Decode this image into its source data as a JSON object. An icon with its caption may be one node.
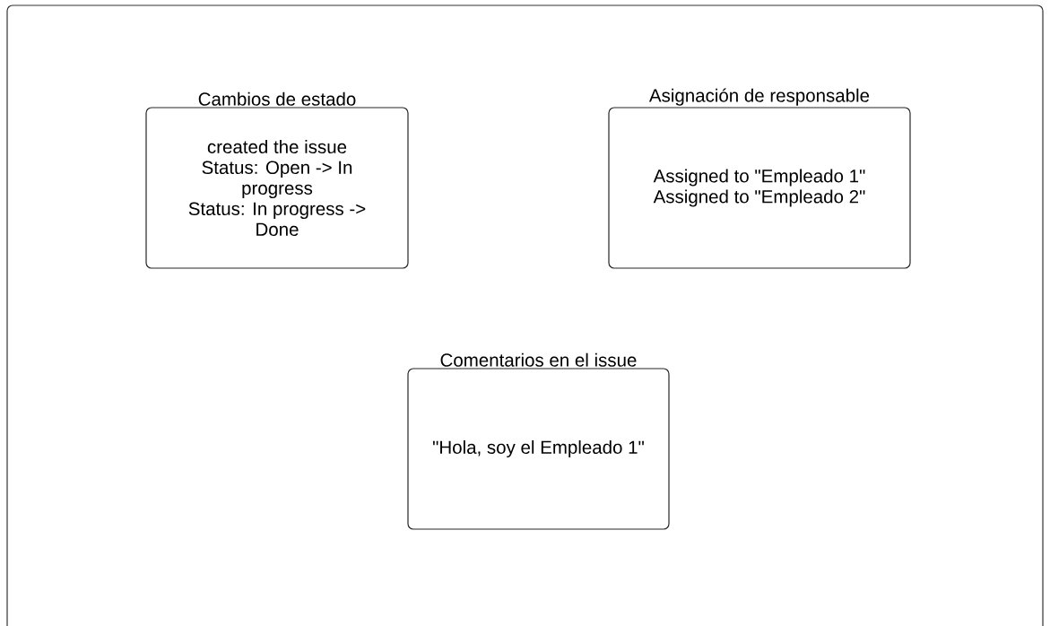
{
  "diagram": {
    "nodes": [
      {
        "text": [],
        "shape": "box"
      },
      {
        "text": [
          "Cambios de estado",
          "created the issue",
          "Status: Open -> In progress",
          "Status: In progress -> Done"
        ],
        "in": 0
      },
      {
        "text": [
          "Asignación de responsable",
          "Assigned to \"Empleado 1\"",
          "Assigned to \"Empleado 2\""
        ],
        "in": 0
      },
      {
        "text": [
          "Comentarios en el issue",
          "\"Hola, soy el Empleado 1\""
        ],
        "in": 0
      }
    ]
  }
}
